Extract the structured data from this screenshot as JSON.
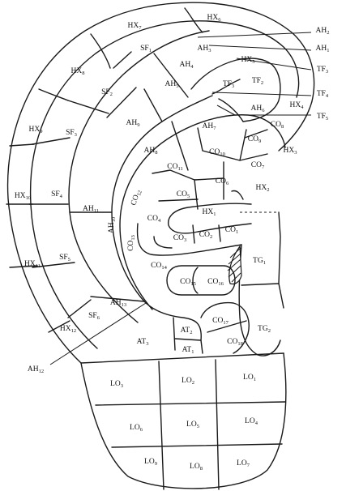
{
  "diagram": {
    "labels": {
      "HX7": {
        "main": "HX",
        "sub": "7"
      },
      "HX6": {
        "main": "HX",
        "sub": "6"
      },
      "HX8": {
        "main": "HX",
        "sub": "8"
      },
      "HX9": {
        "main": "HX",
        "sub": "9"
      },
      "HX10": {
        "main": "HX",
        "sub": "10"
      },
      "HX11": {
        "main": "HX",
        "sub": "11"
      },
      "HX12": {
        "main": "HX",
        "sub": "12"
      },
      "HX5": {
        "main": "HX",
        "sub": "5"
      },
      "HX4": {
        "main": "HX",
        "sub": "4"
      },
      "HX3": {
        "main": "HX",
        "sub": "3"
      },
      "HX2": {
        "main": "HX",
        "sub": "2"
      },
      "HX1": {
        "main": "HX",
        "sub": "1"
      },
      "AH2": {
        "main": "AH",
        "sub": "2"
      },
      "AH1": {
        "main": "AH",
        "sub": "1"
      },
      "AH3": {
        "main": "AH",
        "sub": "3"
      },
      "AH4": {
        "main": "AH",
        "sub": "4"
      },
      "AH5": {
        "main": "AH",
        "sub": "5"
      },
      "AH6": {
        "main": "AH",
        "sub": "6"
      },
      "AH7": {
        "main": "AH",
        "sub": "7"
      },
      "AH8": {
        "main": "AH",
        "sub": "8"
      },
      "AH9": {
        "main": "AH",
        "sub": "9"
      },
      "AH10": {
        "main": "AH",
        "sub": "10"
      },
      "AH11": {
        "main": "AH",
        "sub": "11"
      },
      "AH12": {
        "main": "AH",
        "sub": "12"
      },
      "AH13": {
        "main": "AH",
        "sub": "13"
      },
      "TF1": {
        "main": "TF",
        "sub": "1"
      },
      "TF2": {
        "main": "TF",
        "sub": "2"
      },
      "TF3": {
        "main": "TF",
        "sub": "3"
      },
      "TF4": {
        "main": "TF",
        "sub": "4"
      },
      "TF5": {
        "main": "TF",
        "sub": "5"
      },
      "SF1": {
        "main": "SF",
        "sub": "1"
      },
      "SF2": {
        "main": "SF",
        "sub": "2"
      },
      "SF3": {
        "main": "SF",
        "sub": "3"
      },
      "SF4": {
        "main": "SF",
        "sub": "4"
      },
      "SF5": {
        "main": "SF",
        "sub": "5"
      },
      "SF6": {
        "main": "SF",
        "sub": "6"
      },
      "CO1": {
        "main": "CO",
        "sub": "1"
      },
      "CO2": {
        "main": "CO",
        "sub": "2"
      },
      "CO3": {
        "main": "CO",
        "sub": "3"
      },
      "CO4": {
        "main": "CO",
        "sub": "4"
      },
      "CO5": {
        "main": "CO",
        "sub": "5"
      },
      "CO6": {
        "main": "CO",
        "sub": "6"
      },
      "CO7": {
        "main": "CO",
        "sub": "7"
      },
      "CO8": {
        "main": "CO",
        "sub": "8"
      },
      "CO9": {
        "main": "CO",
        "sub": "9"
      },
      "CO10": {
        "main": "CO",
        "sub": "10"
      },
      "CO11": {
        "main": "CO",
        "sub": "11"
      },
      "CO12": {
        "main": "CO",
        "sub": "12"
      },
      "CO13": {
        "main": "CO",
        "sub": "13"
      },
      "CO14": {
        "main": "CO",
        "sub": "14"
      },
      "CO15": {
        "main": "CO",
        "sub": "15"
      },
      "CO16": {
        "main": "CO",
        "sub": "16"
      },
      "CO17": {
        "main": "CO",
        "sub": "17"
      },
      "CO18": {
        "main": "CO",
        "sub": "18"
      },
      "TG1": {
        "main": "TG",
        "sub": "1"
      },
      "TG2": {
        "main": "TG",
        "sub": "2"
      },
      "AT1": {
        "main": "AT",
        "sub": "1"
      },
      "AT2": {
        "main": "AT",
        "sub": "2"
      },
      "AT3": {
        "main": "AT",
        "sub": "3"
      },
      "LO1": {
        "main": "LO",
        "sub": "1"
      },
      "LO2": {
        "main": "LO",
        "sub": "2"
      },
      "LO3": {
        "main": "LO",
        "sub": "3"
      },
      "LO4": {
        "main": "LO",
        "sub": "4"
      },
      "LO5": {
        "main": "LO",
        "sub": "5"
      },
      "LO6": {
        "main": "LO",
        "sub": "6"
      },
      "LO7": {
        "main": "LO",
        "sub": "7"
      },
      "LO8": {
        "main": "LO",
        "sub": "8"
      },
      "LO9": {
        "main": "LO",
        "sub": "9"
      }
    }
  }
}
